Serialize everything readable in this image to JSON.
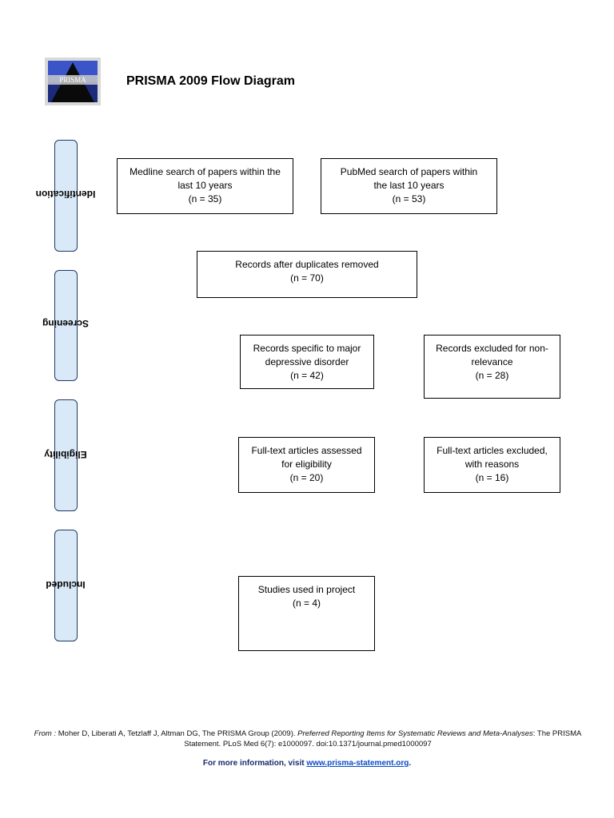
{
  "header": {
    "logo_text": "PRISMA",
    "title": "PRISMA 2009 Flow Diagram"
  },
  "phases": [
    {
      "label": "Identification"
    },
    {
      "label": "Screening"
    },
    {
      "label": "Eligibility"
    },
    {
      "label": "Included"
    }
  ],
  "boxes": {
    "medline": {
      "line1": "Medline search of papers within the",
      "line2": "last 10 years",
      "line3": "(n = 35)"
    },
    "pubmed": {
      "line1": "PubMed search of papers within",
      "line2": "the last 10 years",
      "line3": "(n = 53)"
    },
    "duplicates": {
      "line1": "Records after duplicates removed",
      "line2": "(n = 70)"
    },
    "mdd": {
      "line1": "Records specific to major",
      "line2": "depressive disorder",
      "line3": "(n = 42)"
    },
    "nonrelevance": {
      "line1": "Records excluded for non-",
      "line2": "relevance",
      "line3": "(n = 28)"
    },
    "fulltext_assessed": {
      "line1": "Full-text articles assessed",
      "line2": "for eligibility",
      "line3": "(n = 20)"
    },
    "fulltext_excluded": {
      "line1": "Full-text articles excluded,",
      "line2": "with reasons",
      "line3": "(n = 16)"
    },
    "studies": {
      "line1": "Studies used in project",
      "line2": "(n = 4)"
    }
  },
  "footer": {
    "from_label": "From :",
    "citation_a": " Moher D, Liberati A, Tetzlaff J, Altman DG, The PRISMA Group (2009). ",
    "citation_title": "Preferred Reporting Items for Systematic Reviews and Meta-Analyses",
    "citation_b": ": The PRISMA Statement. PLoS Med 6(7): e1000097. doi:10.1371/journal.pmed1000097",
    "more_info": "For more information, visit ",
    "link_text": "www.prisma-statement.org",
    "period": "."
  },
  "colors": {
    "phase_fill": "#d9e9f7",
    "phase_border": "#1f3864",
    "link": "#0b4cc7"
  }
}
